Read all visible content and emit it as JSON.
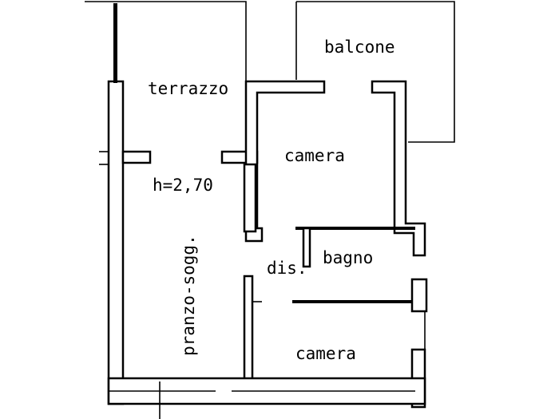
{
  "rooms": {
    "terrazzo": "terrazzo",
    "balcone": "balcone",
    "camera_top": "camera",
    "camera_bottom": "camera",
    "bagno": "bagno",
    "dis": "dis.",
    "pranzo": "pranzo-sogg.",
    "height": "h=2,70"
  },
  "colors": {
    "ink": "#000000",
    "paper": "#ffffff"
  }
}
